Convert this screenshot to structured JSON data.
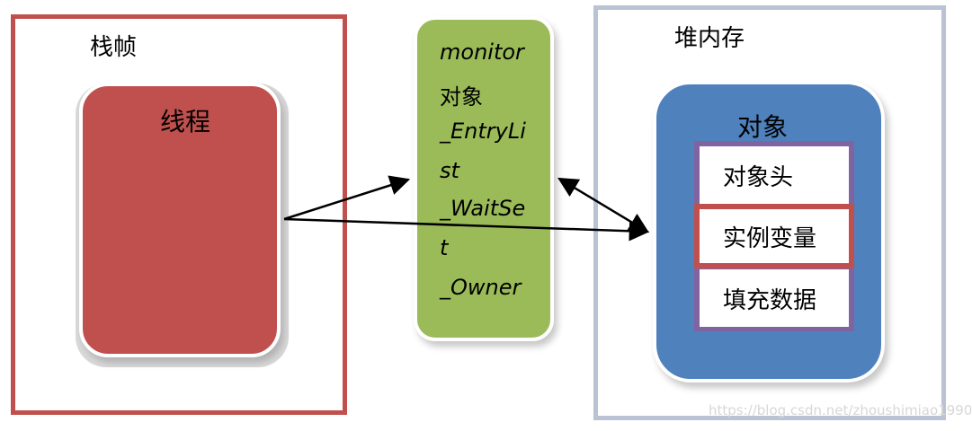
{
  "stack_frame": {
    "label": "栈帧"
  },
  "thread": {
    "label": "线程"
  },
  "monitor": {
    "lines": [
      "monitor",
      "对象",
      "_EntryLi",
      "st",
      "_WaitSe",
      "t",
      "_Owner"
    ]
  },
  "heap": {
    "label": "堆内存"
  },
  "object": {
    "label": "对象",
    "segments": {
      "header": "对象头",
      "fields": "实例变量",
      "padding": "填充数据"
    }
  },
  "watermark": "https://blog.csdn.net/zhoushimiao1990",
  "colors": {
    "stack_border": "#c0504d",
    "thread_fill": "#c0504d",
    "monitor_fill": "#9bbb59",
    "heap_border": "#b9c3d3",
    "object_fill": "#4f81bd",
    "object_inner": "#8064a2"
  }
}
